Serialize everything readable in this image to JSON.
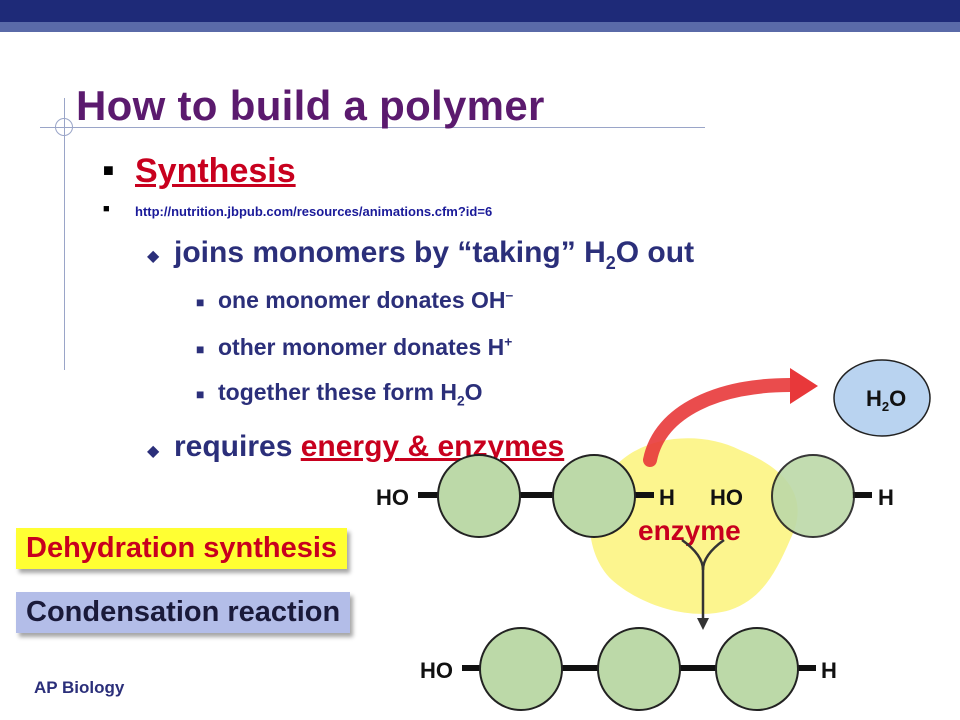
{
  "slide": {
    "title": "How to build a polymer",
    "synthesis_link": "Synthesis",
    "url": "http://nutrition.jbpub.com/resources/animations.cfm?id=6",
    "joins": {
      "pre": "joins monomers by “taking” H",
      "sub": "2",
      "post": "O out"
    },
    "oh": {
      "text": "one monomer donates OH",
      "sup": "–"
    },
    "h": {
      "text": "other monomer donates H",
      "sup": "+"
    },
    "water": {
      "pre": "together these form H",
      "sub": "2",
      "post": "O"
    },
    "requires": {
      "pre": "requires ",
      "energy": "energy",
      "amp": " & ",
      "enzymes": "enzymes"
    },
    "label_dehydration": "Dehydration synthesis",
    "label_condensation": "Condensation reaction",
    "footer": "AP Biology"
  },
  "diagram": {
    "top_ho": "HO",
    "top_h_mid": "H",
    "top_ho_mid": "HO",
    "top_h_right": "H",
    "enzyme": "enzyme",
    "water_h": "H",
    "water_sub": "2",
    "water_o": "O",
    "bottom_ho": "HO",
    "bottom_h": "H",
    "colors": {
      "monomer_fill": "#bcd9a8",
      "enzyme_fill": "#fbf37a",
      "water_fill": "#b9d3f0",
      "arrow": "#e8383a"
    }
  }
}
